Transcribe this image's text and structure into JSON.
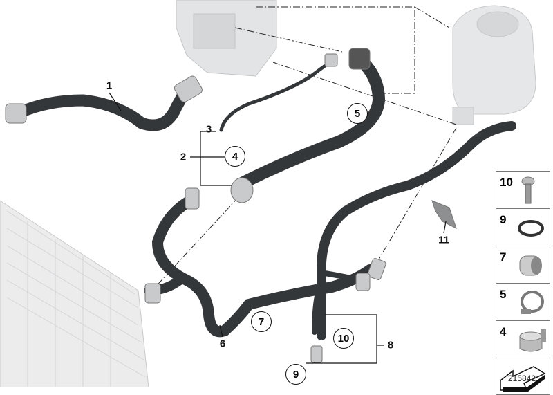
{
  "diagram": {
    "labels": {
      "l1": "1",
      "l2": "2",
      "l3": "3",
      "l4": "4",
      "l5": "5",
      "l6": "6",
      "l7": "7",
      "l8": "8",
      "l9": "9",
      "l10": "10",
      "l11": "11"
    },
    "legend": [
      {
        "number": "10",
        "part": "screw-icon"
      },
      {
        "number": "9",
        "part": "o-ring-icon"
      },
      {
        "number": "7",
        "part": "sleeve-icon"
      },
      {
        "number": "5",
        "part": "hose-clamp-icon"
      },
      {
        "number": "4",
        "part": "spring-clamp-icon"
      },
      {
        "number": "",
        "part": "direction-arrow-icon"
      }
    ],
    "doc_number": "215842",
    "colors": {
      "hose": "#34373a",
      "part": "#d9dadb",
      "line": "#111111"
    }
  }
}
